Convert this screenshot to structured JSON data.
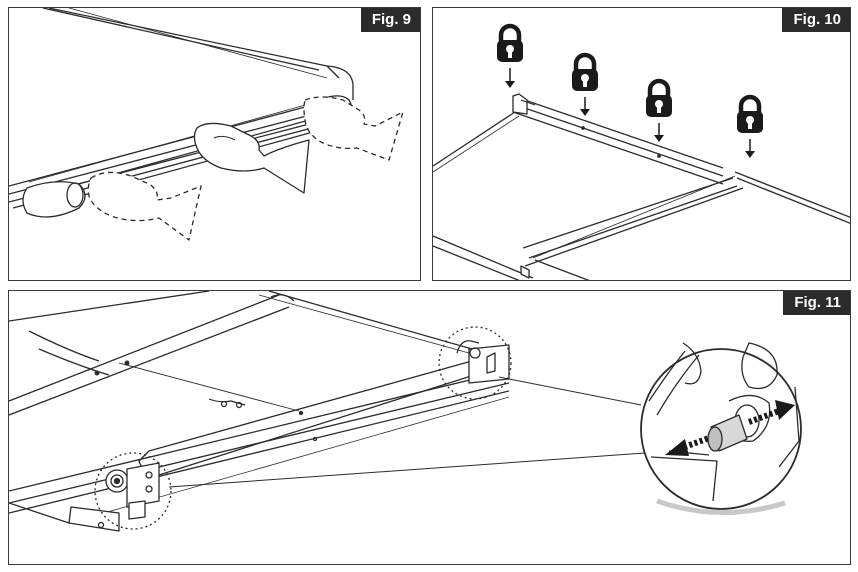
{
  "figures": [
    {
      "label": "Fig. 9",
      "content": "hands gripping and pulling the front handle bar of the frame"
    },
    {
      "label": "Fig. 10",
      "content": "four lock icons with arrows pointing at the rail joints"
    },
    {
      "label": "Fig. 11",
      "content": "frame with circled corners; magnified view of pin with two-way arrow"
    }
  ],
  "icons": [
    "lock-icon",
    "arrow-down-icon",
    "double-arrow-icon"
  ],
  "colors": {
    "line": "#2b2b2b",
    "label_bg": "#2b2b2b",
    "label_text": "#ffffff"
  }
}
